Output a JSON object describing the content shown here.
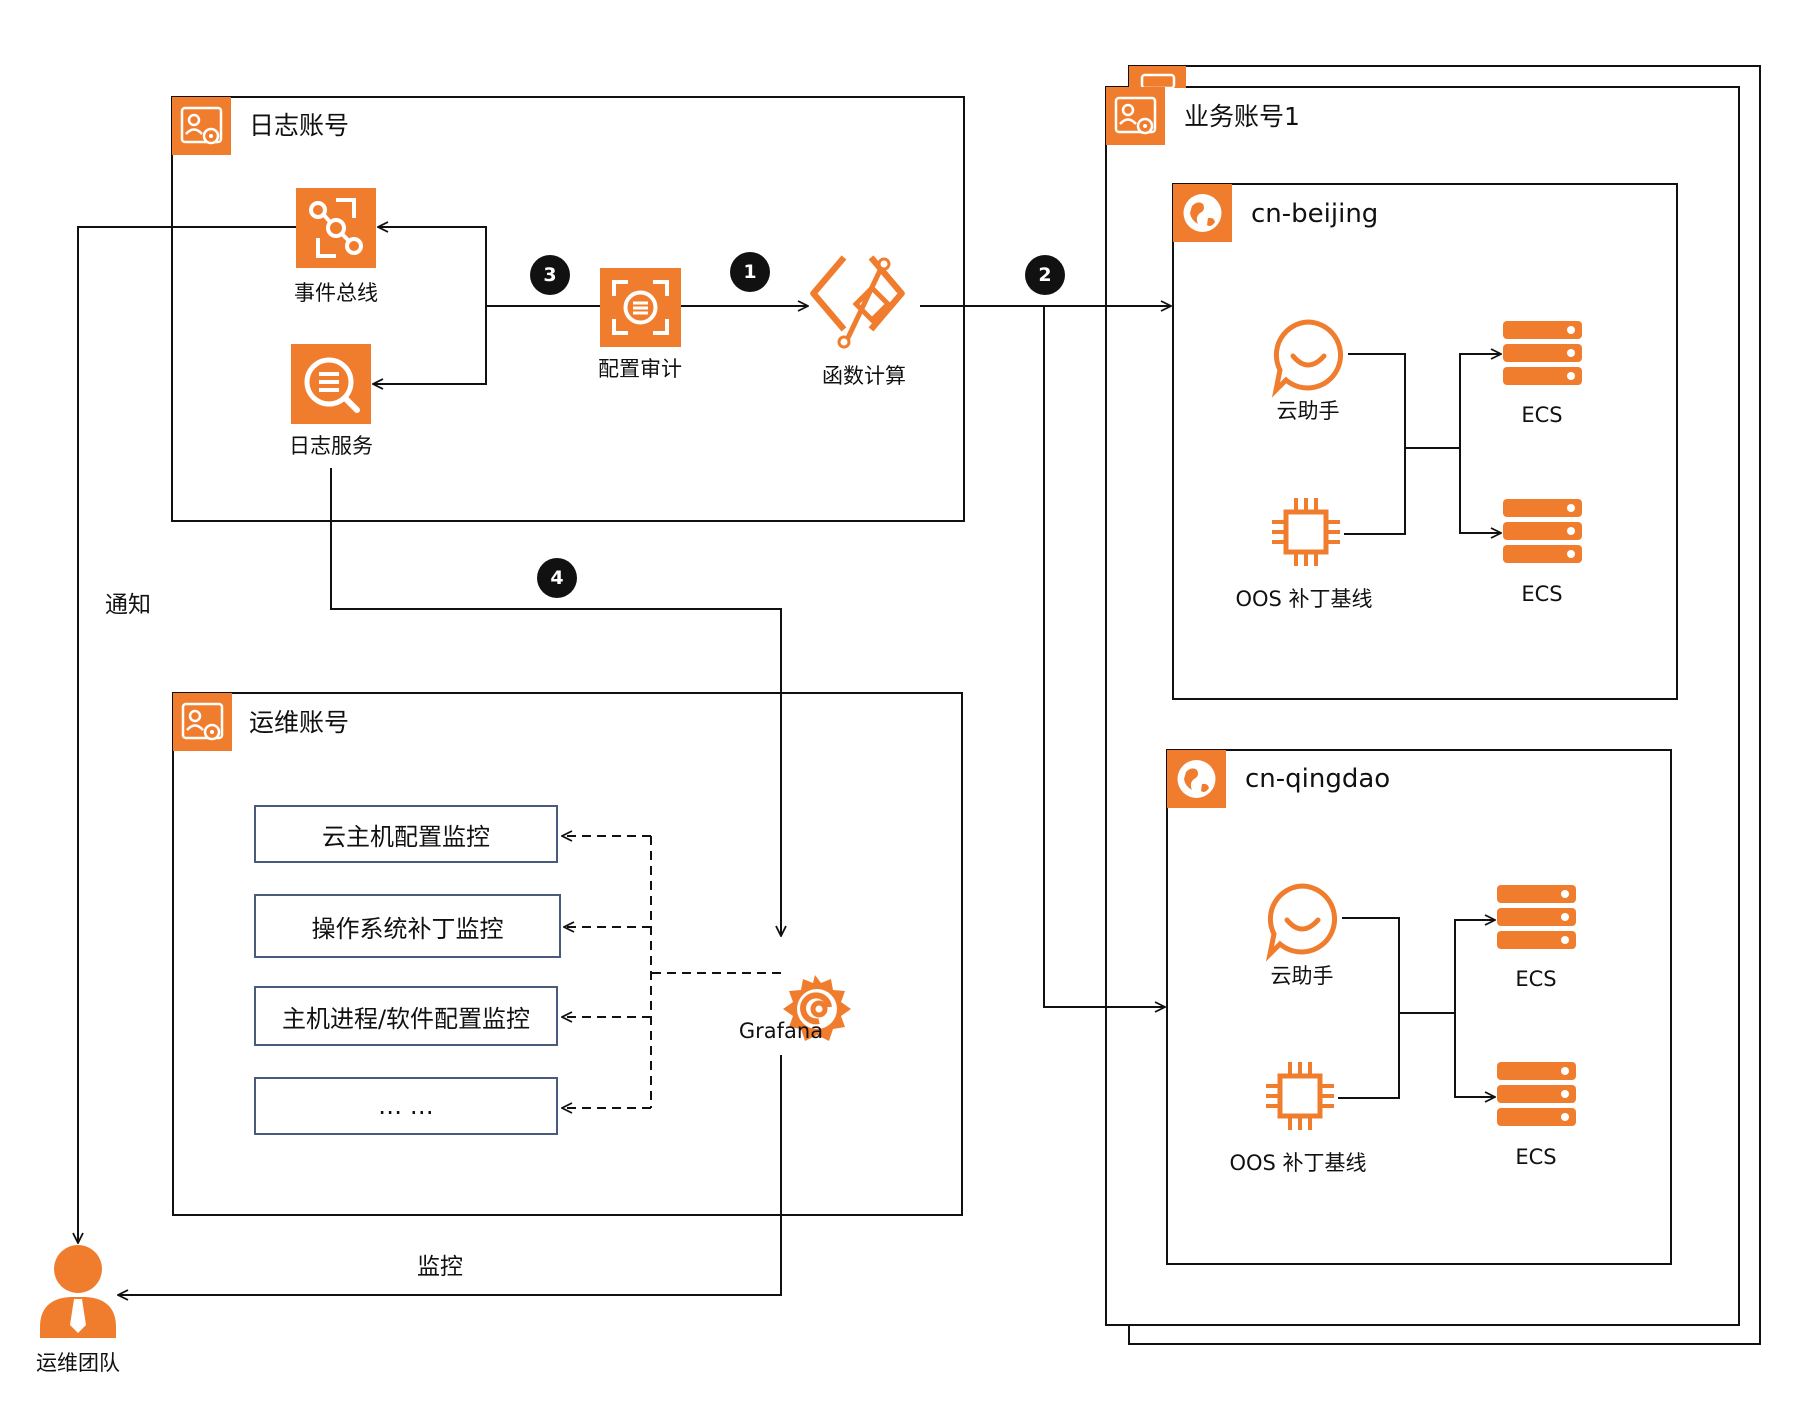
{
  "colors": {
    "accent": "#f07d2e",
    "line": "#111111",
    "box_border": "#4a5a7a"
  },
  "accounts": {
    "log": {
      "title": "日志账号",
      "icon": "account-icon"
    },
    "ops": {
      "title": "运维账号",
      "icon": "account-icon"
    },
    "biz": {
      "title": "业务账号1",
      "icon": "account-icon"
    }
  },
  "services": {
    "eventbridge": "事件总线",
    "sls": "日志服务",
    "config": "配置审计",
    "fc": "函数计算",
    "grafana": "Grafana"
  },
  "regions": [
    {
      "name": "cn-beijing",
      "assistant": "云助手",
      "oos": "OOS 补丁基线",
      "ecs": [
        "ECS",
        "ECS"
      ]
    },
    {
      "name": "cn-qingdao",
      "assistant": "云助手",
      "oos": "OOS 补丁基线",
      "ecs": [
        "ECS",
        "ECS"
      ]
    }
  ],
  "monitor_boxes": [
    "云主机配置监控",
    "操作系统补丁监控",
    "主机进程/软件配置监控",
    "… …"
  ],
  "steps": [
    "1",
    "2",
    "3",
    "4"
  ],
  "notes": {
    "notify": "通知",
    "monitor": "监控"
  },
  "team": "运维团队"
}
